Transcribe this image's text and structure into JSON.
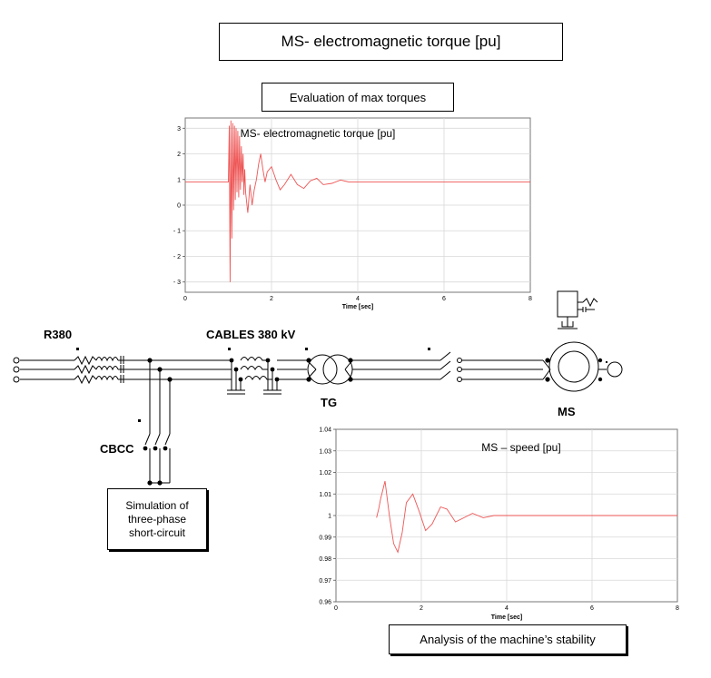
{
  "title": "MS- electromagnetic torque [pu]",
  "boxes": {
    "max_torques": "Evaluation of max torques",
    "short_circuit": [
      "Simulation of",
      "three-phase",
      "short-circuit"
    ],
    "stability": "Analysis of the machine’s stability"
  },
  "labels": {
    "r380": "R380",
    "cables": "CABLES 380 kV",
    "tg": "TG",
    "ms": "MS",
    "cbcc": "CBCC"
  },
  "chart_data": [
    {
      "type": "line",
      "title": "MS- electromagnetic torque [pu]",
      "xlabel": "Time [sec]",
      "ylabel": "",
      "xlim": [
        0,
        8
      ],
      "ylim": [
        -3.4,
        3.4
      ],
      "xticks": [
        0,
        2,
        4,
        6,
        8
      ],
      "xtick_labels": [
        "0",
        "2",
        "4",
        "6",
        "8"
      ],
      "yticks": [
        3,
        2,
        1,
        0,
        -1,
        -2,
        -3
      ],
      "ytick_labels": [
        "3",
        "2",
        "1",
        "0",
        "- 1",
        "- 2",
        "- 3"
      ],
      "grid": true,
      "color": "#ee5555",
      "series": [
        {
          "x": [
            0,
            1.0,
            1.02,
            1.04,
            1.06,
            1.08,
            1.1,
            1.12,
            1.14,
            1.16,
            1.18,
            1.2,
            1.22,
            1.24,
            1.26,
            1.28,
            1.3,
            1.32,
            1.34,
            1.36,
            1.38,
            1.4,
            1.45,
            1.5,
            1.55,
            1.6,
            1.65,
            1.7,
            1.75,
            1.8,
            1.85,
            1.9,
            2.0,
            2.1,
            2.2,
            2.3,
            2.45,
            2.6,
            2.75,
            2.9,
            3.05,
            3.2,
            3.4,
            3.6,
            3.8,
            4.0,
            5.0,
            6.0,
            7.0,
            8.0
          ],
          "y": [
            0.9,
            0.9,
            3.1,
            -3.0,
            3.3,
            -1.3,
            3.2,
            -0.2,
            3.1,
            0.2,
            3.0,
            0.5,
            2.9,
            0.3,
            2.7,
            0.6,
            2.3,
            0.9,
            2.0,
            0.4,
            1.4,
            0.5,
            -0.3,
            0.8,
            0.0,
            0.6,
            1.0,
            1.6,
            2.0,
            1.4,
            0.9,
            1.3,
            1.5,
            1.0,
            0.6,
            0.8,
            1.2,
            0.8,
            0.65,
            0.95,
            1.05,
            0.8,
            0.85,
            0.98,
            0.9,
            0.9,
            0.9,
            0.9,
            0.9,
            0.9
          ]
        }
      ]
    },
    {
      "type": "line",
      "title": "MS – speed [pu]",
      "xlabel": "Time [sec]",
      "ylabel": "",
      "xlim": [
        0,
        8
      ],
      "ylim": [
        0.96,
        1.04
      ],
      "xticks": [
        0,
        2,
        4,
        6,
        8
      ],
      "xtick_labels": [
        "0",
        "2",
        "4",
        "6",
        "8"
      ],
      "yticks": [
        1.04,
        1.03,
        1.02,
        1.01,
        1,
        0.99,
        0.98,
        0.97,
        0.96
      ],
      "ytick_labels": [
        "1.04",
        "1.03",
        "1.02",
        "1.01",
        "1",
        "0.99",
        "0.98",
        "0.97",
        "0.96"
      ],
      "grid": true,
      "color": "#ee5555",
      "series": [
        {
          "x": [
            0.95,
            1.0,
            1.05,
            1.1,
            1.15,
            1.25,
            1.35,
            1.45,
            1.55,
            1.65,
            1.8,
            1.95,
            2.1,
            2.25,
            2.45,
            2.6,
            2.8,
            3.0,
            3.2,
            3.45,
            3.7,
            4.0,
            4.5,
            5.0,
            6.0,
            7.0,
            8.0
          ],
          "y": [
            0.999,
            1.003,
            1.008,
            1.012,
            1.016,
            1.0,
            0.987,
            0.983,
            0.992,
            1.006,
            1.01,
            1.002,
            0.993,
            0.996,
            1.004,
            1.003,
            0.997,
            0.999,
            1.001,
            0.999,
            1.0,
            1.0,
            1.0,
            1.0,
            1.0,
            1.0,
            1.0
          ]
        }
      ]
    }
  ]
}
